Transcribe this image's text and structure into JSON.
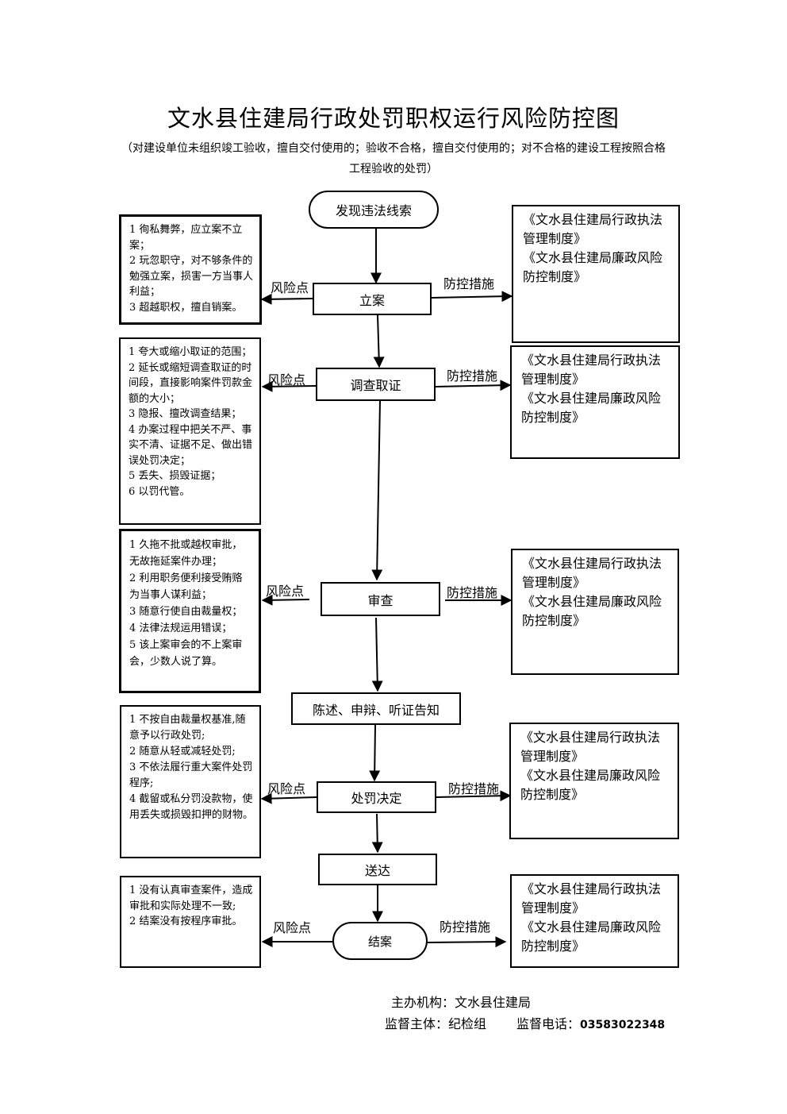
{
  "title": "文水县住建局行政处罚职权运行风险防控图",
  "subtitle": "（对建设单位未组织竣工验收，擅自交付使用的；验收不合格，擅自交付使用的；对不合格的建设工程按照合格工程验收的处罚）",
  "labels": {
    "risk": "风险点",
    "measure": "防控措施"
  },
  "steps": {
    "clue": "发现违法线索",
    "filing": "立案",
    "investigation": "调查取证",
    "review": "审查",
    "notice": "陈述、申辩、听证告知",
    "decision": "处罚决定",
    "delivery": "送达",
    "closing": "结案"
  },
  "risks": {
    "filing": [
      "1 徇私舞弊，应立案不立案；",
      "2 玩忽职守，对不够条件的勉强立案，损害一方当事人利益；",
      "3 超越职权，擅自销案。"
    ],
    "investigation": [
      "1 夸大或缩小取证的范围；",
      "2 延长或缩短调查取证的时间段，直接影响案件罚款金额的大小；",
      "3 隐报、擅改调查结果；",
      "4 办案过程中把关不严、事实不清、证据不足、做出错误处罚决定；",
      "5 丢失、损毁证据；",
      "6 以罚代管。"
    ],
    "review": [
      "1 久拖不批或越权审批，无故拖延案件办理；",
      "2 利用职务便利接受贿赂为当事人谋利益；",
      "3 随意行使自由裁量权；",
      "4 法律法规运用错误；",
      "5 该上案审会的不上案审会，少数人说了算。"
    ],
    "decision": [
      "1 不按自由裁量权基准,随意予以行政处罚;",
      "2 随意从轻或减轻处罚;",
      "3 不依法履行重大案件处罚程序;",
      "4 截留或私分罚没款物，使用丢失或损毁扣押的财物。"
    ],
    "closing": [
      "1 没有认真审查案件，造成审批和实际处理不一致;",
      "2 结案没有按程序审批。"
    ]
  },
  "measures": [
    "《文水县住建局行政执法管理制度》",
    "《文水县住建局廉政风险防控制度》"
  ],
  "footer": {
    "organizer": "主办机构：文水县住建局",
    "supervisor": "监督主体：纪检组",
    "phone_label": "监督电话：",
    "phone": "03583022348"
  }
}
